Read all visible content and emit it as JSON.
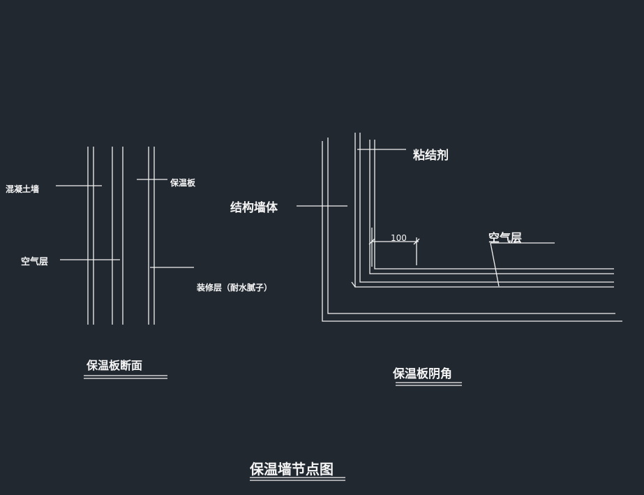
{
  "colors": {
    "background": "#212830",
    "linework": "#f2f2f2"
  },
  "section_view": {
    "title": "保温板断面",
    "labels": {
      "concrete_wall": "混凝土墙",
      "insulation_board": "保温板",
      "air_layer": "空气层",
      "finish_layer": "装修层（耐水腻子）"
    }
  },
  "corner_view": {
    "title": "保温板阴角",
    "labels": {
      "adhesive": "粘结剂",
      "structural_wall": "结构墙体",
      "air_layer": "空气层"
    },
    "dimension": "100"
  },
  "main_title": "保温墙节点图"
}
